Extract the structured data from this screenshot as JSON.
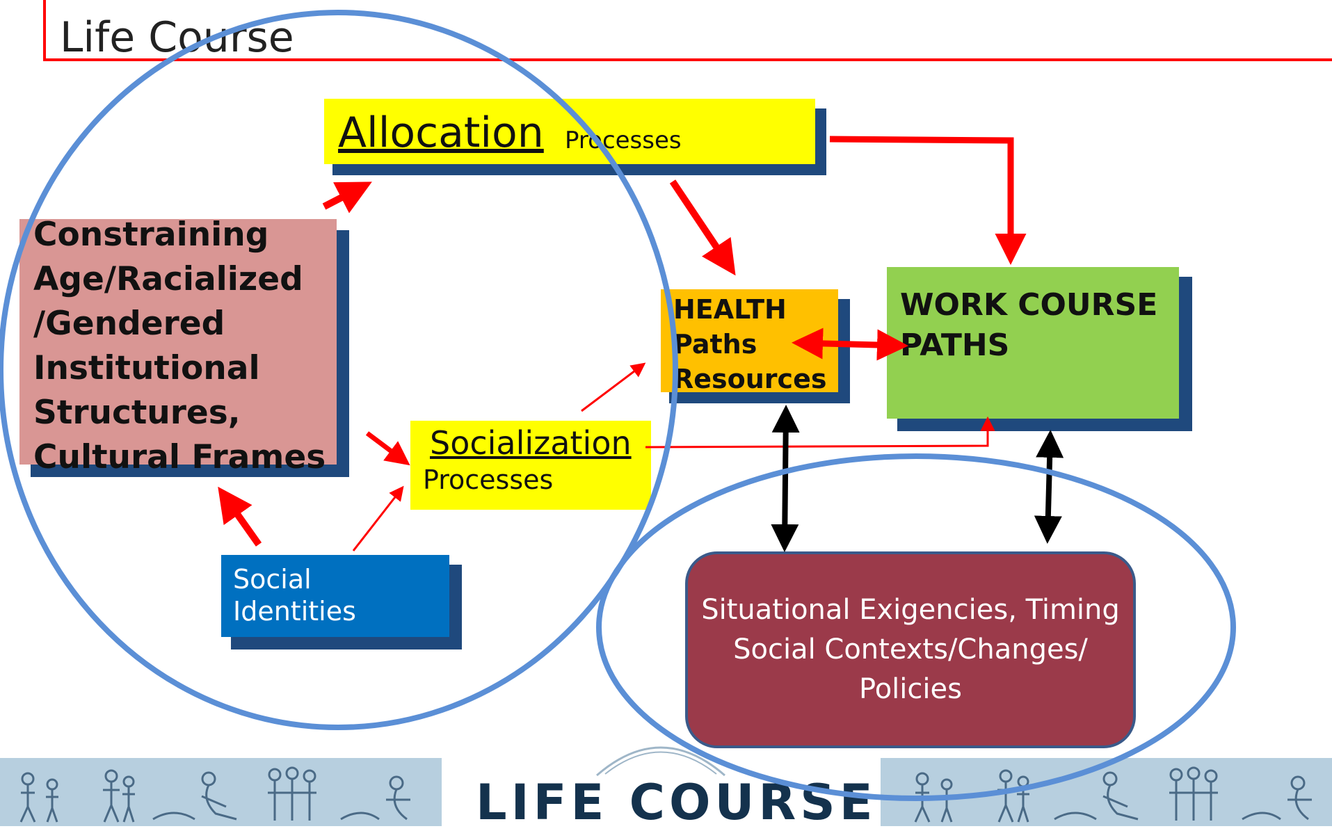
{
  "title": "Life Course",
  "nodes": {
    "constraining": "Constraining Age/Racialized /Gendered Institutional Structures, Cultural Frames",
    "allocation_main": "Allocation",
    "allocation_sub": "Processes",
    "socialization_main": "Socialization",
    "socialization_sub": "Processes",
    "health_line1": "HEALTH",
    "health_line2": "Paths",
    "health_line3": "Resources",
    "work_line1": "WORK COURSE",
    "work_line2": "PATHS",
    "social_line1": "Social",
    "social_line2": "Identities",
    "situational_line1": "Situational Exigencies, Timing",
    "situational_line2": "Social Contexts/Changes/",
    "situational_line3": "Policies"
  },
  "footer": {
    "brand": "LIFE COURSE"
  },
  "colors": {
    "title_frame": "#ff0000",
    "arrow": "#ff0000",
    "circle": "#5b8fd6",
    "allocation": "#ffff00",
    "socialization": "#ffff00",
    "health": "#ffc000",
    "work": "#92d050",
    "constraining": "#d99694",
    "social_identities": "#0070c0",
    "situational": "#9b3a4a",
    "shadow": "#1f497d"
  },
  "icons": [
    "people-illustration-left",
    "people-illustration-right"
  ]
}
